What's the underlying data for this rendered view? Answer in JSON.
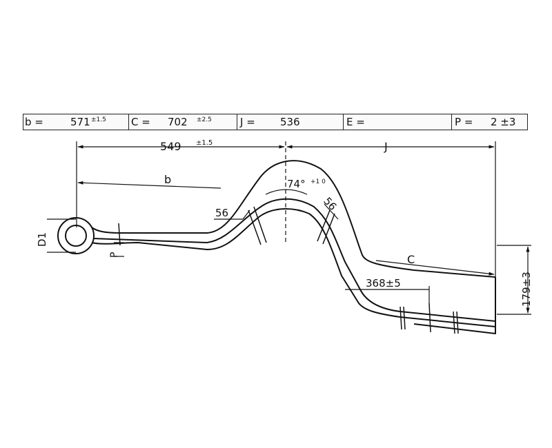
{
  "spec_table": {
    "b": {
      "label": "b  =",
      "value": "571",
      "tol": "±1.5"
    },
    "c": {
      "label": "C  =",
      "value": "702",
      "tol": "±2.5"
    },
    "j": {
      "label": "J  =",
      "value": "536"
    },
    "e": {
      "label": "E  ="
    },
    "p": {
      "label": "P  =",
      "value": "2 ±3"
    }
  },
  "dims": {
    "d549": "549",
    "d549_tol": "±1.5",
    "j": "J",
    "b": "b",
    "angle": "74°",
    "angle_tol": "+1 0",
    "w56_left": "56",
    "w56_right": "56",
    "c": "C",
    "d368": "368±5",
    "d179": "179±3",
    "d1": "D1",
    "p": "P"
  }
}
